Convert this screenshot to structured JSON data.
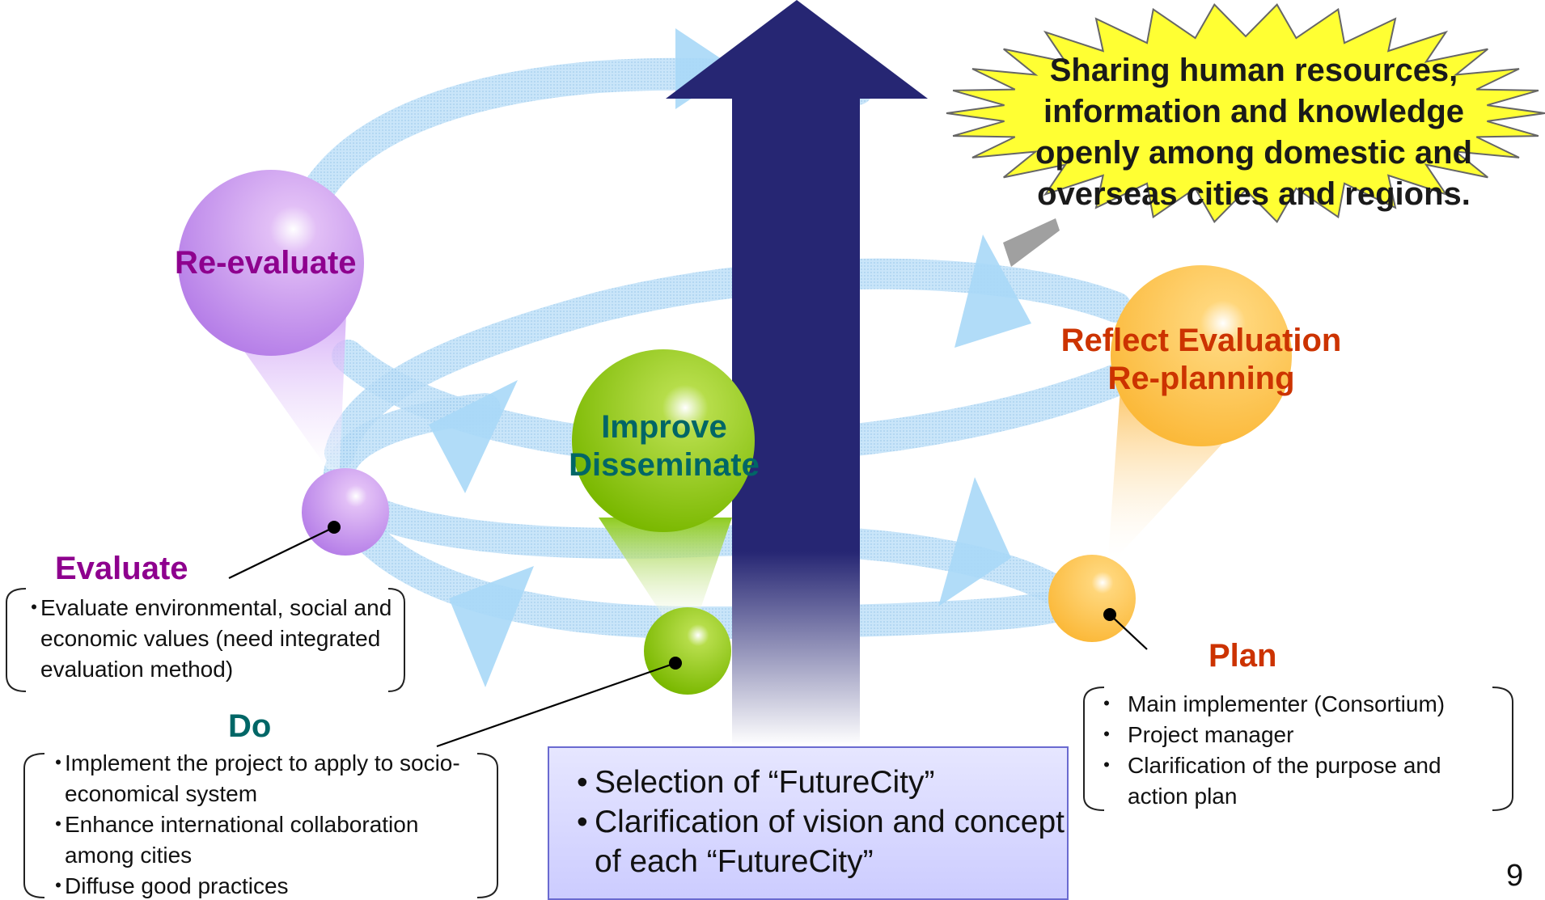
{
  "callout": {
    "lines": [
      "Sharing human resources,",
      "information and knowledge",
      "openly among domestic and",
      "overseas cities and regions."
    ]
  },
  "stages": {
    "reevaluate": "Re-evaluate",
    "improve": [
      "Improve",
      "Disseminate"
    ],
    "reflect": [
      "Reflect Evaluation",
      "Re-planning"
    ],
    "evaluate": "Evaluate",
    "do": "Do",
    "plan": "Plan"
  },
  "evaluate_box": {
    "items": [
      "Evaluate environmental, social and economic values (need integrated evaluation method)"
    ]
  },
  "do_box": {
    "items": [
      "Implement the project to apply to socio-economical system",
      "Enhance international collaboration among cities",
      "Diffuse good practices"
    ]
  },
  "plan_box": {
    "items": [
      "Main implementer (Consortium)",
      "Project manager",
      "Clarification of the purpose and action plan"
    ]
  },
  "center_box": {
    "items": [
      "Selection of “FutureCity”",
      "Clarification of vision and concept of each “FutureCity”"
    ]
  },
  "page_number": "9",
  "colors": {
    "reevaluate": "#8e008e",
    "improve": "#006666",
    "reflect": "#cc3300",
    "arrow": "#262673",
    "spiral": "#b4dcf8"
  }
}
